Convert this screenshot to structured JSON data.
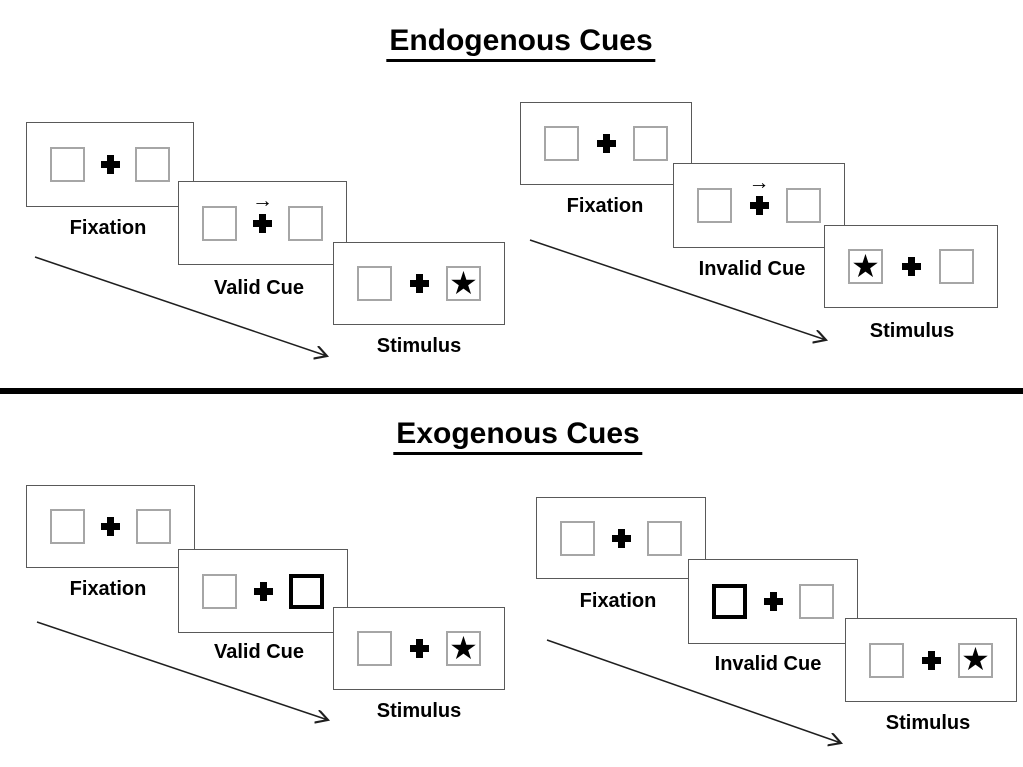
{
  "colors": {
    "background": "#ffffff",
    "panel_border": "#595959",
    "box_border": "#a6a6a6",
    "cue_box_border": "#000000",
    "divider": "#000000",
    "text": "#000000",
    "arrow": "#1f1f1f"
  },
  "glyphs": {
    "star": "★",
    "cue_arrow": "→",
    "fixation_cross": "+"
  },
  "sections": [
    {
      "title": "Endogenous Cues",
      "sequences": [
        {
          "name": "valid-trial",
          "panels": [
            {
              "label": "Fixation"
            },
            {
              "label": "Valid Cue"
            },
            {
              "label": "Stimulus"
            }
          ]
        },
        {
          "name": "invalid-trial",
          "panels": [
            {
              "label": "Fixation"
            },
            {
              "label": "Invalid Cue"
            },
            {
              "label": "Stimulus"
            }
          ]
        }
      ]
    },
    {
      "title": "Exogenous Cues",
      "sequences": [
        {
          "name": "valid-trial",
          "panels": [
            {
              "label": "Fixation"
            },
            {
              "label": "Valid Cue"
            },
            {
              "label": "Stimulus"
            }
          ]
        },
        {
          "name": "invalid-trial",
          "panels": [
            {
              "label": "Fixation"
            },
            {
              "label": "Invalid Cue"
            },
            {
              "label": "Stimulus"
            }
          ]
        }
      ]
    }
  ]
}
